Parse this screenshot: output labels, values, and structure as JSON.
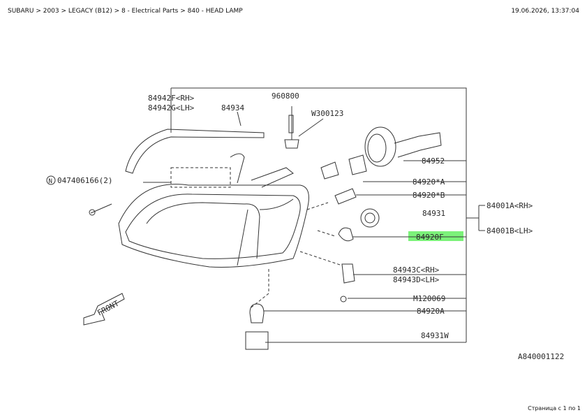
{
  "header": {
    "breadcrumb": "SUBARU > 2003 > LEGACY (B12) > 8 - Electrical Parts > 840 - HEAD LAMP",
    "timestamp": "19.06.2026, 13:37:04"
  },
  "diagram": {
    "highlight_color": "#7cf27a",
    "labels": {
      "p84942f": "84942F<RH>",
      "p84942g": "84942G<LH>",
      "p84934": "84934",
      "p960800": "960800",
      "pw300123": "W300123",
      "p047406166": "047406166(2)",
      "p84952": "84952",
      "p84920a_star": "84920*A",
      "p84920b_star": "84920*B",
      "p84931": "84931",
      "p84001a": "84001A<RH>",
      "p84001b": "84001B<LH>",
      "p84920f": "84920F",
      "p84943c": "84943C<RH>",
      "p84943d": "84943D<LH>",
      "pm120069": "M120069",
      "p84920a": "84920A",
      "p84931w": "84931W",
      "circle_n": "N",
      "front": "FRONT",
      "figure_id": "A840001122"
    }
  },
  "footer": {
    "page": "Страница с 1 по 1"
  }
}
